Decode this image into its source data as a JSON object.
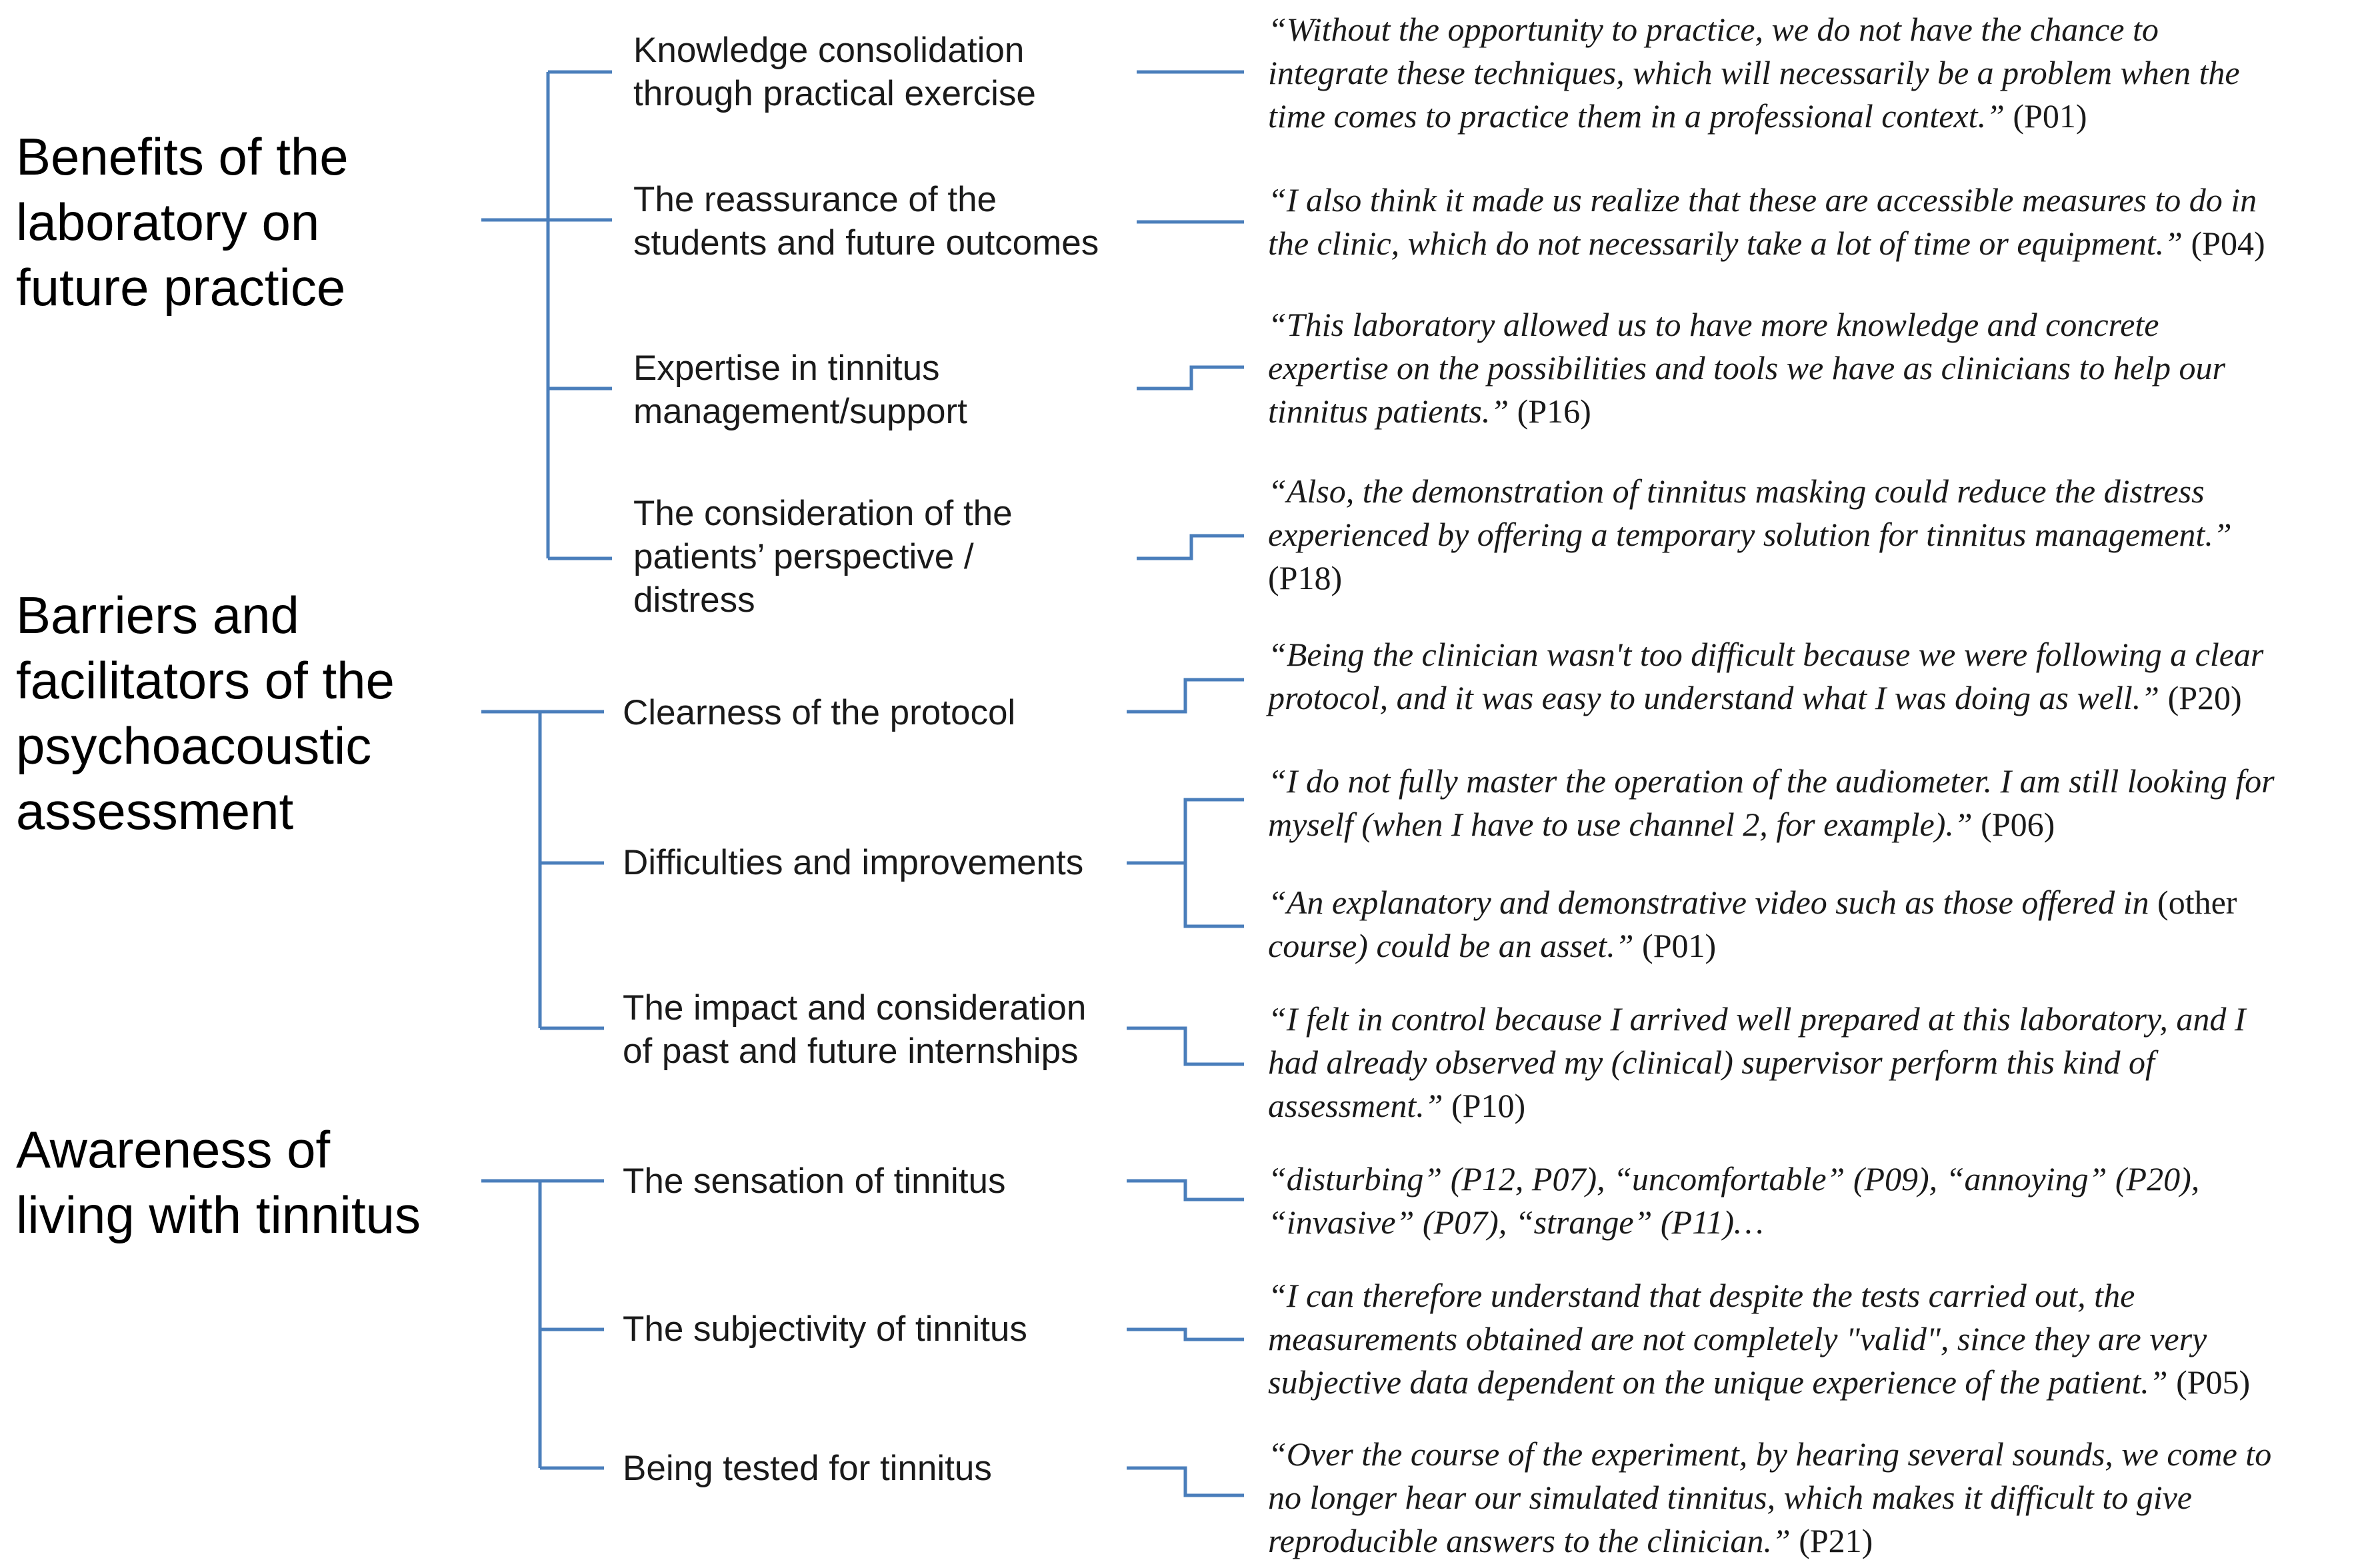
{
  "themes": [
    {
      "label": "Benefits of the\nlaboratory on\nfuture practice",
      "subthemes": [
        {
          "label": "Knowledge consolidation\nthrough practical exercise",
          "quotes": [
            {
              "lines": [
                "“Without the opportunity to practice, we do not have the chance to",
                "integrate these techniques, which will necessarily be a problem when the",
                "time comes to practice them in a professional context.”"
              ],
              "ref": " (P01)"
            }
          ]
        },
        {
          "label": "The reassurance of the\nstudents and future outcomes",
          "quotes": [
            {
              "lines": [
                "“I also think it made us realize that these are accessible measures to do in",
                "the clinic, which do not necessarily take a lot of time or equipment.”"
              ],
              "ref": " (P04)"
            }
          ]
        },
        {
          "label": "Expertise in tinnitus\nmanagement/support",
          "quotes": [
            {
              "lines": [
                "“This laboratory allowed us to have more knowledge and concrete",
                "expertise on the possibilities and tools we have as clinicians to help our",
                "tinnitus patients.”"
              ],
              "ref": " (P16)"
            }
          ]
        },
        {
          "label": "The consideration of the\npatients’ perspective /\ndistress",
          "quotes": [
            {
              "lines": [
                "“Also, the demonstration of tinnitus masking could reduce the distress",
                "experienced by offering a temporary solution for tinnitus management.”"
              ],
              "ref": "(P18)"
            }
          ]
        }
      ]
    },
    {
      "label": "Barriers and\nfacilitators of the\npsychoacoustic\nassessment",
      "subthemes": [
        {
          "label": "Clearness of the protocol",
          "quotes": [
            {
              "lines": [
                "“Being the clinician wasn't too difficult because we were following a clear",
                "protocol, and it was easy to understand what I was doing as well.”"
              ],
              "ref": " (P20)"
            }
          ]
        },
        {
          "label": "Difficulties and improvements",
          "quotes": [
            {
              "lines": [
                "“I do not fully master the operation of the audiometer. I am still looking for",
                "myself (when I have to use channel 2, for example).”"
              ],
              "ref": " (P06)"
            },
            {
              "lines": [
                "“An explanatory and demonstrative video such as those offered in",
                "course) could be an asset.”"
              ],
              "ref": " (P01)",
              "inline_plain": [
                "(other",
                "course)"
              ]
            }
          ]
        },
        {
          "label": "The impact and consideration\nof past and future internships",
          "quotes": [
            {
              "lines": [
                "“I felt in control because I arrived well prepared at this laboratory, and I",
                "had already observed my (clinical) supervisor perform this kind of",
                "assessment.”"
              ],
              "ref": " (P10)"
            }
          ]
        }
      ]
    },
    {
      "label": "Awareness of\nliving with tinnitus",
      "subthemes": [
        {
          "label": "The sensation of tinnitus",
          "quotes": [
            {
              "lines": [
                "“disturbing” (P12, P07), “uncomfortable” (P09), “annoying” (P20),",
                "“invasive” (P07), “strange” (P11)…"
              ],
              "ref": ""
            }
          ]
        },
        {
          "label": "The subjectivity of tinnitus",
          "quotes": [
            {
              "lines": [
                "“I can therefore understand that despite the tests carried out, the",
                "measurements obtained are not completely \"valid\", since they are very",
                "subjective data dependent on the unique experience of the patient.”"
              ],
              "ref": " (P05)"
            }
          ]
        },
        {
          "label": "Being tested for tinnitus",
          "quotes": [
            {
              "lines": [
                "“Over the course of the experiment, by hearing several sounds, we come to",
                "no longer hear our simulated tinnitus, which makes it difficult to give",
                "reproducible answers to the clinician.”"
              ],
              "ref": " (P21)"
            }
          ]
        }
      ]
    }
  ]
}
